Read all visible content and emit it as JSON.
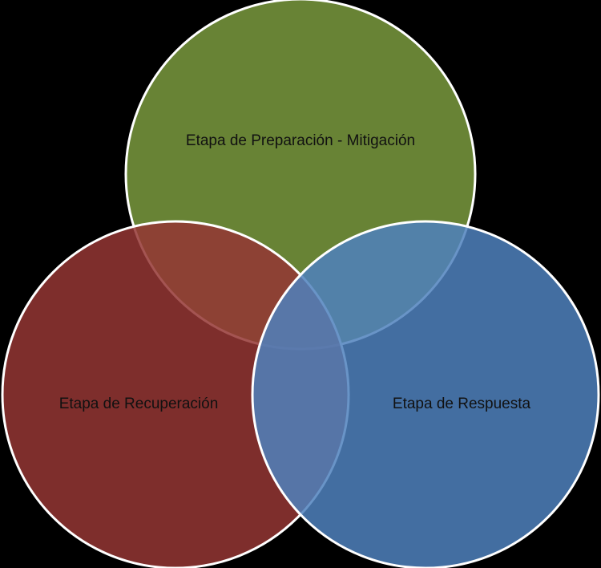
{
  "diagram": {
    "type": "venn-3",
    "sets": [
      {
        "id": "preparacion",
        "label": "Etapa de Preparación - Mitigación",
        "color": "#7A9A3E"
      },
      {
        "id": "recuperacion",
        "label": "Etapa de Recuperación",
        "color": "#943634"
      },
      {
        "id": "respuesta",
        "label": "Etapa de Respuesta",
        "color": "#4F81BD"
      }
    ],
    "outline_color": "#FFFFFF",
    "fill_opacity": 0.85
  }
}
